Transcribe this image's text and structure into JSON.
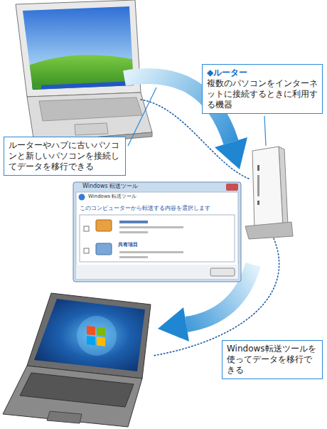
{
  "diagram": {
    "nodes": [
      {
        "text": [
          "◆ルーター",
          "複数のパソコンをインターネットに接続するときに利用する機器"
        ]
      },
      {
        "text": [
          "ルーターやハブに古いパソコンと新しいパソコンを接続してデータを移行できる"
        ]
      },
      {
        "text": [
          "Windows転送ツールを使ってデータを移行できる"
        ]
      }
    ],
    "labels": [
      "Windows 転送ツール",
      "Windows 転送ツール",
      "このコンピューターから転送する内容を選択します",
      "共有項目"
    ]
  }
}
